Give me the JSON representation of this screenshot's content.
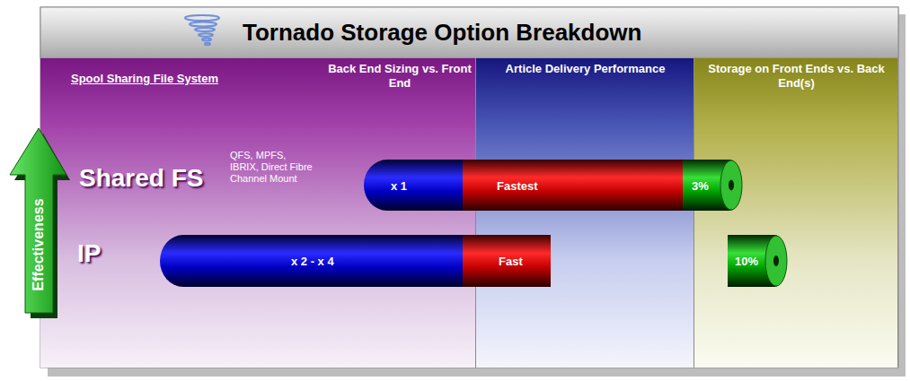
{
  "diagram": {
    "title": "Tornado Storage Option Breakdown",
    "nodes": [
      {
        "text": [
          "Spool Sharing File System",
          "Back End Sizing vs. Front End"
        ]
      },
      {
        "text": [
          "Article Delivery Performance"
        ]
      },
      {
        "text": [
          "Storage on Front Ends vs. Back End(s)"
        ]
      },
      {
        "text": [
          "Effectiveness"
        ]
      },
      {
        "text": [
          "x 1"
        ]
      },
      {
        "text": [
          "Fastest"
        ]
      },
      {
        "text": [
          "3%"
        ]
      },
      {
        "text": [
          "x 2 - x 4"
        ]
      },
      {
        "text": [
          "Fast"
        ]
      },
      {
        "text": [
          "10%"
        ]
      }
    ],
    "labels": [
      "Shared FS",
      "QFS, MPFS, IBRIX, Direct Fibre Channel Mount",
      "IP"
    ]
  }
}
